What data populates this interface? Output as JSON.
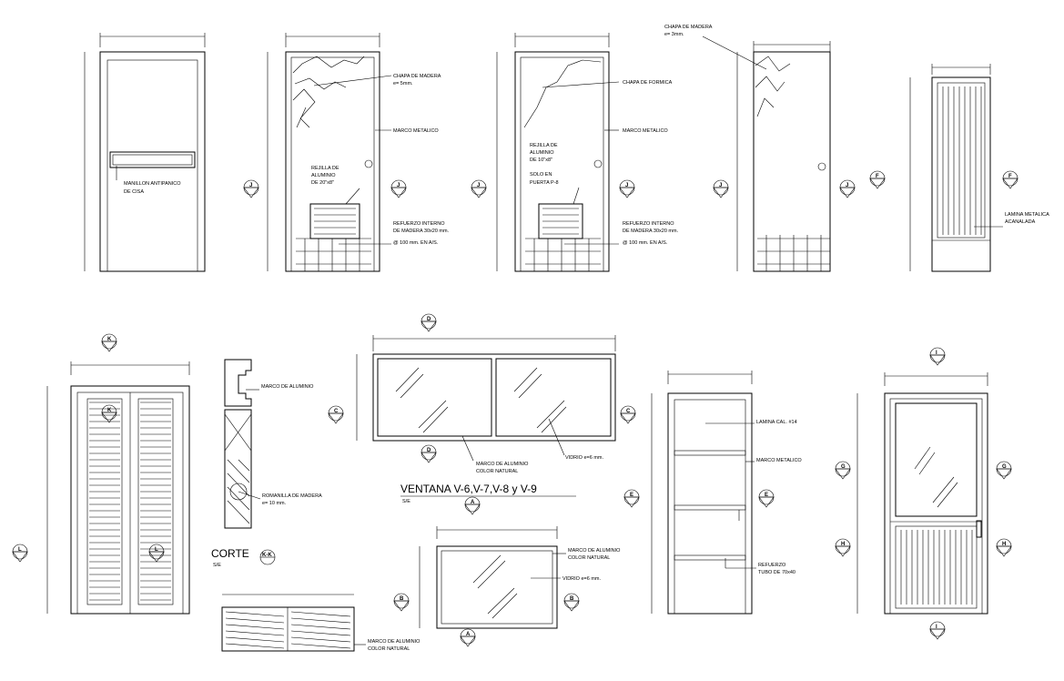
{
  "labels": {
    "manillon": [
      "MANILLON ANTIPANICO",
      "DE CISA"
    ],
    "chapa1": [
      "CHAPA DE MADERA",
      "e= 5mm."
    ],
    "marco_metalico_1": "MARCO METALICO",
    "rejilla_20": [
      "REJILLA DE",
      "ALUMINIO",
      "DE 20\"x8\""
    ],
    "refuerzo_1": [
      "REFUERZO INTERNO",
      "DE MADERA 30x20 mm.",
      "@ 100 mm. EN A/S."
    ],
    "chapa_formica": "CHAPA DE FORMICA",
    "marco_metalico_2": "MARCO METALICO",
    "rejilla_10": [
      "REJILLA DE",
      "ALUMINIO",
      "DE 10\"x8\"",
      "SOLO EN",
      "PUERTA P-8"
    ],
    "refuerzo_2": [
      "REFUERZO INTERNO",
      "DE MADERA 30x20 mm.",
      "@ 100 mm. EN A/S."
    ],
    "chapa_top": [
      "CHAPA DE MADERA",
      "e= 3mm."
    ],
    "lamina_acanalada": [
      "LAMINA METALICA",
      "ACANALADA"
    ],
    "marco_aluminio_corte": "MARCO DE ALUMINIO",
    "romanilla": [
      "ROMANILLA DE MADERA",
      "e= 10 mm."
    ],
    "corte_title": "CORTE",
    "corte_se": "S/E",
    "corte_tag": "K-K",
    "ventana_title": "VENTANA V-6,V-7,V-8 y V-9",
    "ventana_se": "S/E",
    "marco_aluminio_natural_1": [
      "MARCO DE ALUMINIO",
      "COLOR NATURAL"
    ],
    "vidrio_1": "VIDRIO e=6 mm.",
    "marco_aluminio_natural_2": [
      "MARCO DE ALUMINIO",
      "COLOR NATURAL"
    ],
    "vidrio_2": "VIDRIO e=6 mm.",
    "marco_aluminio_natural_3": [
      "MARCO DE ALUMINIO",
      "COLOR NATURAL"
    ],
    "lamina_cal": "LAMINA CAL. #14",
    "marco_metalico_3": "MARCO METALICO",
    "refuerzo_tubo": [
      "REFUERZO",
      "TUBO DE 70x40"
    ]
  },
  "tags": {
    "J": "J",
    "F": "F",
    "K": "K",
    "L": "L",
    "D": "D",
    "C": "C",
    "E": "E",
    "B": "B",
    "A": "A",
    "G": "G",
    "H": "H",
    "I": "I"
  }
}
